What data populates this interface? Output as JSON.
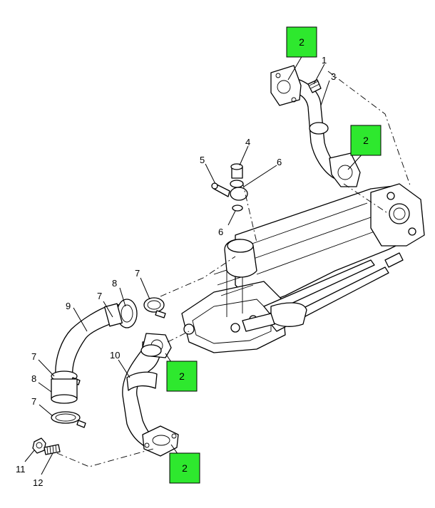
{
  "colors": {
    "badge": "#2ee82e",
    "line": "#000000",
    "background": "#ffffff"
  },
  "callouts": [
    {
      "id": "c1",
      "label": "1"
    },
    {
      "id": "c3",
      "label": "3"
    },
    {
      "id": "c4",
      "label": "4"
    },
    {
      "id": "c5",
      "label": "5"
    },
    {
      "id": "c6a",
      "label": "6"
    },
    {
      "id": "c6b",
      "label": "6"
    },
    {
      "id": "c7a",
      "label": "7"
    },
    {
      "id": "c7b",
      "label": "7"
    },
    {
      "id": "c8a",
      "label": "8"
    },
    {
      "id": "c9",
      "label": "9"
    },
    {
      "id": "c7c",
      "label": "7"
    },
    {
      "id": "c8b",
      "label": "8"
    },
    {
      "id": "c7d",
      "label": "7"
    },
    {
      "id": "c10",
      "label": "10"
    },
    {
      "id": "c11",
      "label": "11"
    },
    {
      "id": "c12",
      "label": "12"
    }
  ],
  "badges": [
    {
      "id": "b1",
      "label": "2"
    },
    {
      "id": "b2",
      "label": "2"
    },
    {
      "id": "b3",
      "label": "2"
    },
    {
      "id": "b4",
      "label": "2"
    }
  ]
}
